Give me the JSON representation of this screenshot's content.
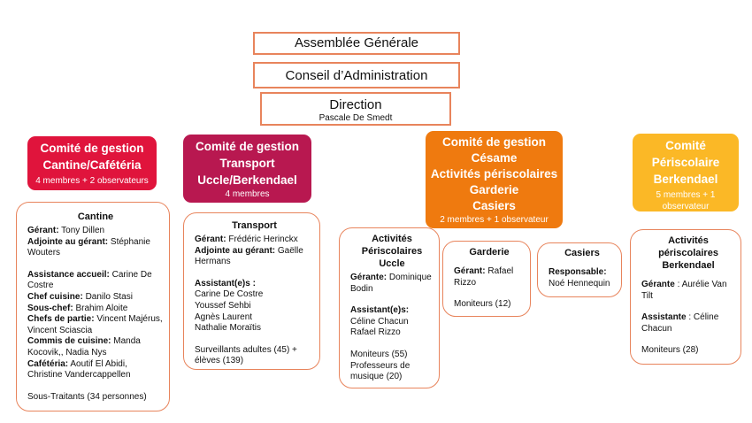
{
  "assemblee": "Assemblée Générale",
  "conseil": "Conseil d’Administration",
  "direction": {
    "title": "Direction",
    "name": "Pascale De Smedt"
  },
  "committees": {
    "cantine": {
      "title1": "Comité de gestion",
      "title2": "Cantine/Cafétéria",
      "sub": "4 membres + 2 observateurs",
      "color": "#e0143c"
    },
    "transport": {
      "title1": "Comité de gestion",
      "title2": "Transport",
      "title3": "Uccle/Berkendael",
      "sub": "4 membres",
      "color": "#b81850"
    },
    "cesame": {
      "title1": "Comité de gestion",
      "title2": "Césame",
      "title3": "Activités périscolaires",
      "title4": "Garderie",
      "title5": "Casiers",
      "sub": "2 membres + 1 observateur",
      "color": "#ef7a0f"
    },
    "periscolaire": {
      "title1": "Comité",
      "title2": "Périscolaire",
      "title3": "Berkendael",
      "sub1": "5 membres + 1",
      "sub2": "observateur",
      "color": "#fbb826"
    }
  },
  "cards": {
    "cantine": {
      "heading": "Cantine",
      "gerant_label": "Gérant:",
      "gerant": " Tony Dillen",
      "adjoint_label": "Adjointe au gérant:",
      "adjoint": " Stéphanie Wouters",
      "accueil_label": "Assistance accueil:",
      "accueil": " Carine De Costre",
      "chef_label": "Chef cuisine:",
      "chef": " Danilo Stasi",
      "souschef_label": "Sous-chef:",
      "souschef": " Brahim Aloite",
      "partie_label": "Chefs de partie:",
      "partie": " Vincent Majérus, Vincent Sciascia",
      "commis_label": "Commis de cuisine:",
      "commis": " Manda Kocovik,, Nadia Nys",
      "cafet_label": "Cafétéria:",
      "cafet": " Aoutif El Abidi, Christine Vandercappellen",
      "soustraitants": "Sous-Traitants (34 personnes)"
    },
    "transport": {
      "heading": "Transport",
      "gerant_label": "Gérant:",
      "gerant": " Frédéric Herinckx",
      "adjoint_label": "Adjointe au gérant:",
      "adjoint": " Gaëlle Hermans",
      "assistants_label": "Assistant(e)s :",
      "assistants": [
        "Carine De Costre",
        "Youssef Sehbi",
        "Agnès Laurent",
        "Nathalie Moraïtis"
      ],
      "surveillants": "Surveillants adultes (45) + élèves (139)"
    },
    "activites": {
      "heading1": "Activités",
      "heading2": "Périscolaires",
      "heading3": "Uccle",
      "gerante_label": "Gérante:",
      "gerante": " Dominique Bodin",
      "assistants_label": "Assistant(e)s:",
      "assistants": [
        "Céline Chacun",
        "Rafael Rizzo"
      ],
      "moniteurs": "Moniteurs (55)",
      "professeurs": "Professeurs de musique (20)"
    },
    "garderie": {
      "heading": "Garderie",
      "gerant_label": "Gérant:",
      "gerant": " Rafael Rizzo",
      "moniteurs": "Moniteurs (12)"
    },
    "casiers": {
      "heading": "Casiers",
      "resp_label": "Responsable:",
      "resp": "Noé Hennequin"
    },
    "berkendael": {
      "heading1": "Activités",
      "heading2": "périscolaires",
      "heading3": "Berkendael",
      "gerante_label": "Gérante",
      "gerante": " : Aurélie Van Tilt",
      "assistante_label": "Assistante",
      "assistante": " : Céline Chacun",
      "moniteurs": "Moniteurs (28)"
    }
  }
}
